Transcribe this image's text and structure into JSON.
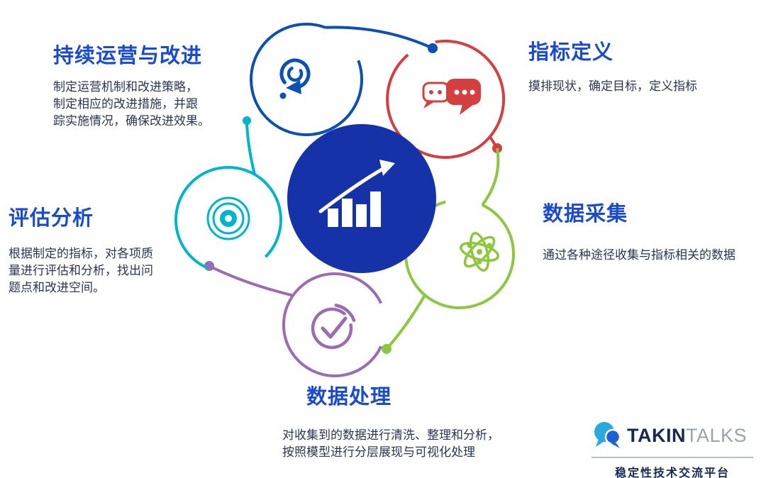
{
  "colors": {
    "title_blue": "#1a4ad0",
    "body_text": "#2a3550",
    "center_circle": "#1632a8",
    "stage_blue": "#0b50b4",
    "stage_red": "#d43f3f",
    "stage_green": "#8dc63f",
    "stage_purple": "#9b6bb3",
    "stage_teal": "#00b5cb",
    "logo_light_blue": "#2aa9e0",
    "logo_dark_blue": "#1c5fd6",
    "brand_navy": "#16294f",
    "brand_gray": "#9aa3ac"
  },
  "stages": [
    {
      "id": "continuous-improvement",
      "title": "持续运营与改进",
      "description": "制定运营机制和改进策略，\n制定相应的改进措施，并跟\n踪实施情况，确保改进效果。",
      "color": "#0b50b4",
      "icon": "refresh-cycle-icon"
    },
    {
      "id": "metric-definition",
      "title": "指标定义",
      "description": "摸排现状，确定目标，定义指标",
      "color": "#d43f3f",
      "icon": "chat-bubbles-icon"
    },
    {
      "id": "data-collection",
      "title": "数据采集",
      "description": "通过各种途径收集与指标相关的数据",
      "color": "#8dc63f",
      "icon": "atom-icon"
    },
    {
      "id": "data-processing",
      "title": "数据处理",
      "description": "对收集到的数据进行清洗、整理和分析，\n按照模型进行分层展现与可视化处理",
      "color": "#9b6bb3",
      "icon": "check-circle-icon"
    },
    {
      "id": "evaluation-analysis",
      "title": "评估分析",
      "description": "根据制定的指标，对各项质\n量进行评估和分析，找出问\n题点和改进空间。",
      "color": "#00b5cb",
      "icon": "target-icon"
    }
  ],
  "center": {
    "icon": "growth-chart-icon",
    "color": "#1632a8"
  },
  "logo": {
    "brand_primary": "TAKIN",
    "brand_secondary": "TALKS",
    "tagline": "稳定性技术交流平台"
  }
}
